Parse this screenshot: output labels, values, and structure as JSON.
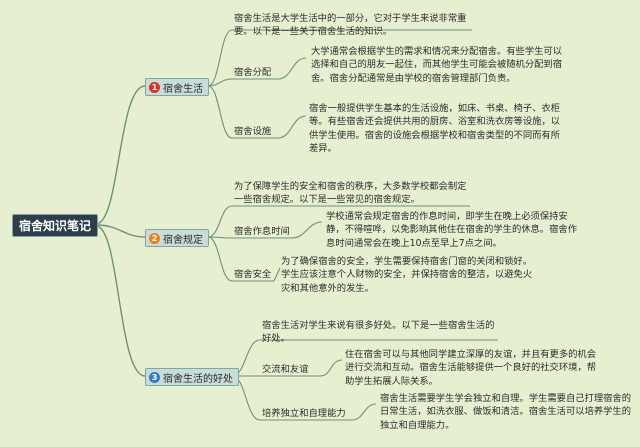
{
  "colors": {
    "background": "#e6f0d0",
    "root": "#2d3e4a",
    "branch": "#c9dcd8",
    "line": "#6f8f78"
  },
  "root": {
    "title": "宿舍知识笔记"
  },
  "branches": [
    {
      "num": "1",
      "num_color": "#d9342b",
      "label": "宿舍生活",
      "intro": "宿舍生活是大学生活中的一部分，它对于学生来说非常重要。以下是一些关于宿舍生活的知识。",
      "items": [
        {
          "label": "宿舍分配",
          "text": "大学通常会根据学生的需求和情况来分配宿舍。有些学生可以选择和自己的朋友一起住，而其他学生可能会被随机分配到宿舍。宿舍分配通常是由学校的宿舍管理部门负责。"
        },
        {
          "label": "宿舍设施",
          "text": "宿舍一般提供学生基本的生活设施，如床、书桌、椅子、衣柜等。有些宿舍还会提供共用的厨房、浴室和洗衣房等设施，以供学生使用。宿舍的设施会根据学校和宿舍类型的不同而有所差异。"
        }
      ]
    },
    {
      "num": "2",
      "num_color": "#e8821e",
      "label": "宿舍规定",
      "intro": "为了保障学生的安全和宿舍的秩序，大多数学校都会制定一些宿舍规定。以下是一些常见的宿舍规定。",
      "items": [
        {
          "label": "宿舍作息时间",
          "text": "学校通常会规定宿舍的作息时间，即学生在晚上必须保持安静，不得喧哗，以免影响其他住在宿舍的学生的休息。宿舍作息时间通常会在晚上10点至早上7点之间。"
        },
        {
          "label": "宿舍安全",
          "text": "为了确保宿舍的安全，学生需要保持宿舍门窗的关闭和锁好。学生应该注意个人财物的安全，并保持宿舍的整洁，以避免火灾和其他意外的发生。"
        }
      ]
    },
    {
      "num": "3",
      "num_color": "#2f7fc2",
      "label": "宿舍生活的好处",
      "intro": "宿舍生活对学生来说有很多好处。以下是一些宿舍生活的好处。",
      "items": [
        {
          "label": "交流和友谊",
          "text": "住在宿舍可以与其他同学建立深厚的友谊，并且有更多的机会进行交流和互动。宿舍生活能够提供一个良好的社交环境，帮助学生拓展人际关系。"
        },
        {
          "label": "培养独立和自理能力",
          "text": "宿舍生活需要学生学会独立和自理。学生需要自己打理宿舍的日常生活，如洗衣服、做饭和清洁。宿舍生活可以培养学生的独立和自理能力。"
        }
      ]
    }
  ]
}
